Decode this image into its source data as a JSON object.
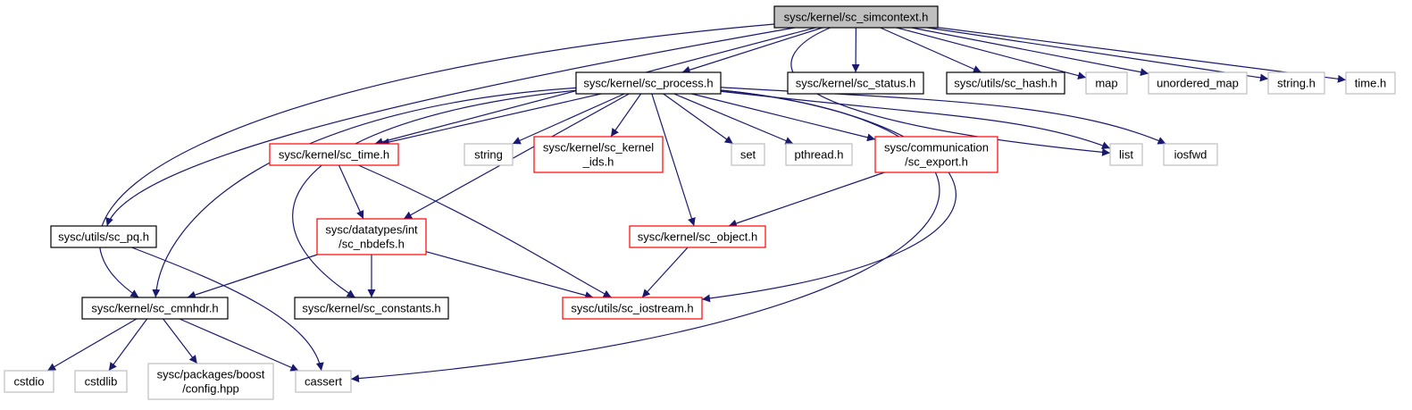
{
  "diagram": {
    "colors": {
      "edge": "#191970",
      "root_fill": "#bfbfbf",
      "normal": "#000000",
      "red": "#ff0000",
      "external": "#bfbfbf"
    },
    "nodes": [
      {
        "id": "simcontext",
        "lines": [
          "sysc/kernel/sc_simcontext.h"
        ],
        "style": "root"
      },
      {
        "id": "process",
        "lines": [
          "sysc/kernel/sc_process.h"
        ],
        "style": "normal"
      },
      {
        "id": "status",
        "lines": [
          "sysc/kernel/sc_status.h"
        ],
        "style": "normal"
      },
      {
        "id": "hash",
        "lines": [
          "sysc/utils/sc_hash.h"
        ],
        "style": "normal"
      },
      {
        "id": "map",
        "lines": [
          "map"
        ],
        "style": "external"
      },
      {
        "id": "unordered_map",
        "lines": [
          "unordered_map"
        ],
        "style": "external"
      },
      {
        "id": "string_h",
        "lines": [
          "string.h"
        ],
        "style": "external"
      },
      {
        "id": "time_h",
        "lines": [
          "time.h"
        ],
        "style": "external"
      },
      {
        "id": "sc_time",
        "lines": [
          "sysc/kernel/sc_time.h"
        ],
        "style": "red"
      },
      {
        "id": "string",
        "lines": [
          "string"
        ],
        "style": "external"
      },
      {
        "id": "kernel_ids",
        "lines": [
          "sysc/kernel/sc_kernel",
          "_ids.h"
        ],
        "style": "red"
      },
      {
        "id": "set",
        "lines": [
          "set"
        ],
        "style": "external"
      },
      {
        "id": "pthread",
        "lines": [
          "pthread.h"
        ],
        "style": "external"
      },
      {
        "id": "sc_export",
        "lines": [
          "sysc/communication",
          "/sc_export.h"
        ],
        "style": "red"
      },
      {
        "id": "list",
        "lines": [
          "list"
        ],
        "style": "external"
      },
      {
        "id": "iosfwd",
        "lines": [
          "iosfwd"
        ],
        "style": "external"
      },
      {
        "id": "sc_pq",
        "lines": [
          "sysc/utils/sc_pq.h"
        ],
        "style": "normal"
      },
      {
        "id": "sc_nbdefs",
        "lines": [
          "sysc/datatypes/int",
          "/sc_nbdefs.h"
        ],
        "style": "red"
      },
      {
        "id": "sc_object",
        "lines": [
          "sysc/kernel/sc_object.h"
        ],
        "style": "red"
      },
      {
        "id": "sc_cmnhdr",
        "lines": [
          "sysc/kernel/sc_cmnhdr.h"
        ],
        "style": "normal"
      },
      {
        "id": "sc_constants",
        "lines": [
          "sysc/kernel/sc_constants.h"
        ],
        "style": "normal"
      },
      {
        "id": "sc_iostream",
        "lines": [
          "sysc/utils/sc_iostream.h"
        ],
        "style": "red"
      },
      {
        "id": "cstdio",
        "lines": [
          "cstdio"
        ],
        "style": "external"
      },
      {
        "id": "cstdlib",
        "lines": [
          "cstdlib"
        ],
        "style": "external"
      },
      {
        "id": "boost_config",
        "lines": [
          "sysc/packages/boost",
          "/config.hpp"
        ],
        "style": "external"
      },
      {
        "id": "cassert",
        "lines": [
          "cassert"
        ],
        "style": "external"
      }
    ],
    "edges": [
      [
        "simcontext",
        "process"
      ],
      [
        "simcontext",
        "status"
      ],
      [
        "simcontext",
        "hash"
      ],
      [
        "simcontext",
        "map"
      ],
      [
        "simcontext",
        "unordered_map"
      ],
      [
        "simcontext",
        "string_h"
      ],
      [
        "simcontext",
        "time_h"
      ],
      [
        "simcontext",
        "sc_time"
      ],
      [
        "simcontext",
        "sc_pq"
      ],
      [
        "simcontext",
        "sc_cmnhdr"
      ],
      [
        "simcontext",
        "list"
      ],
      [
        "process",
        "sc_time"
      ],
      [
        "process",
        "string"
      ],
      [
        "process",
        "kernel_ids"
      ],
      [
        "process",
        "set"
      ],
      [
        "process",
        "pthread"
      ],
      [
        "process",
        "sc_export"
      ],
      [
        "process",
        "list"
      ],
      [
        "process",
        "iosfwd"
      ],
      [
        "process",
        "sc_nbdefs"
      ],
      [
        "process",
        "sc_object"
      ],
      [
        "process",
        "sc_cmnhdr"
      ],
      [
        "process",
        "sc_constants"
      ],
      [
        "process",
        "sc_iostream"
      ],
      [
        "process",
        "cassert"
      ],
      [
        "sc_time",
        "sc_nbdefs"
      ],
      [
        "sc_time",
        "sc_iostream"
      ],
      [
        "sc_export",
        "sc_object"
      ],
      [
        "sc_pq",
        "cassert"
      ],
      [
        "sc_nbdefs",
        "sc_cmnhdr"
      ],
      [
        "sc_nbdefs",
        "sc_constants"
      ],
      [
        "sc_nbdefs",
        "sc_iostream"
      ],
      [
        "sc_object",
        "sc_iostream"
      ],
      [
        "sc_cmnhdr",
        "cstdio"
      ],
      [
        "sc_cmnhdr",
        "cstdlib"
      ],
      [
        "sc_cmnhdr",
        "boost_config"
      ],
      [
        "sc_cmnhdr",
        "cassert"
      ]
    ]
  }
}
